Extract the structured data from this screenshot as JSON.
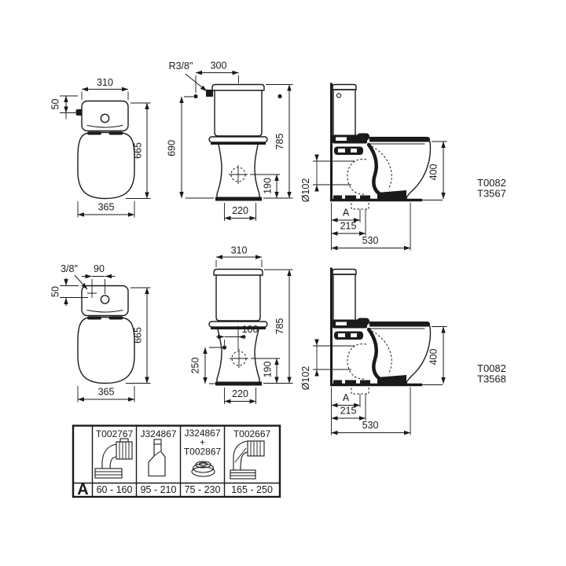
{
  "page": {
    "background": "#ffffff",
    "ink": "#1a1a1a"
  },
  "drawing": {
    "variant1": {
      "codes": [
        "T0082",
        "T3567"
      ],
      "plan": {
        "cistern_width": "310",
        "inlet_offset": "50",
        "total_depth": "665",
        "bowl_width": "365"
      },
      "front": {
        "inlet_thread": "R3/8\"",
        "inlet_span": "300",
        "inlet_height": "690",
        "total_height": "785",
        "outlet_height": "190",
        "base_width": "220"
      },
      "side": {
        "outlet_diameter": "Ø102",
        "adjust_label": "A",
        "outlet_distance": "215",
        "total_depth": "530",
        "rim_height": "400"
      }
    },
    "variant2": {
      "codes": [
        "T0082",
        "T3568"
      ],
      "plan": {
        "inlet_thread": "3/8\"",
        "inlet_offset_x": "90",
        "inlet_offset_y": "50",
        "total_depth": "665",
        "bowl_width": "365"
      },
      "front": {
        "cistern_width": "310",
        "inlet_offset_x": "100",
        "inlet_height": "250",
        "total_height": "785",
        "outlet_height": "190",
        "base_width": "220"
      },
      "side": {
        "outlet_diameter": "Ø102",
        "adjust_label": "A",
        "outlet_distance": "215",
        "total_depth": "530",
        "rim_height": "400"
      }
    }
  },
  "accessories_table": {
    "row_label": "A",
    "columns": [
      {
        "code_lines": [
          "T002767"
        ],
        "icon": "corrugated-elbow-horizontal-icon",
        "range": "60 - 160"
      },
      {
        "code_lines": [
          "J324867"
        ],
        "icon": "offset-connector-icon",
        "range": "95 - 210"
      },
      {
        "code_lines": [
          "J324867",
          "+",
          "T002867"
        ],
        "icon": "sealing-ring-icon",
        "range": "75 - 230"
      },
      {
        "code_lines": [
          "T002667"
        ],
        "icon": "corrugated-elbow-vertical-icon",
        "range": "165 - 250"
      }
    ]
  }
}
